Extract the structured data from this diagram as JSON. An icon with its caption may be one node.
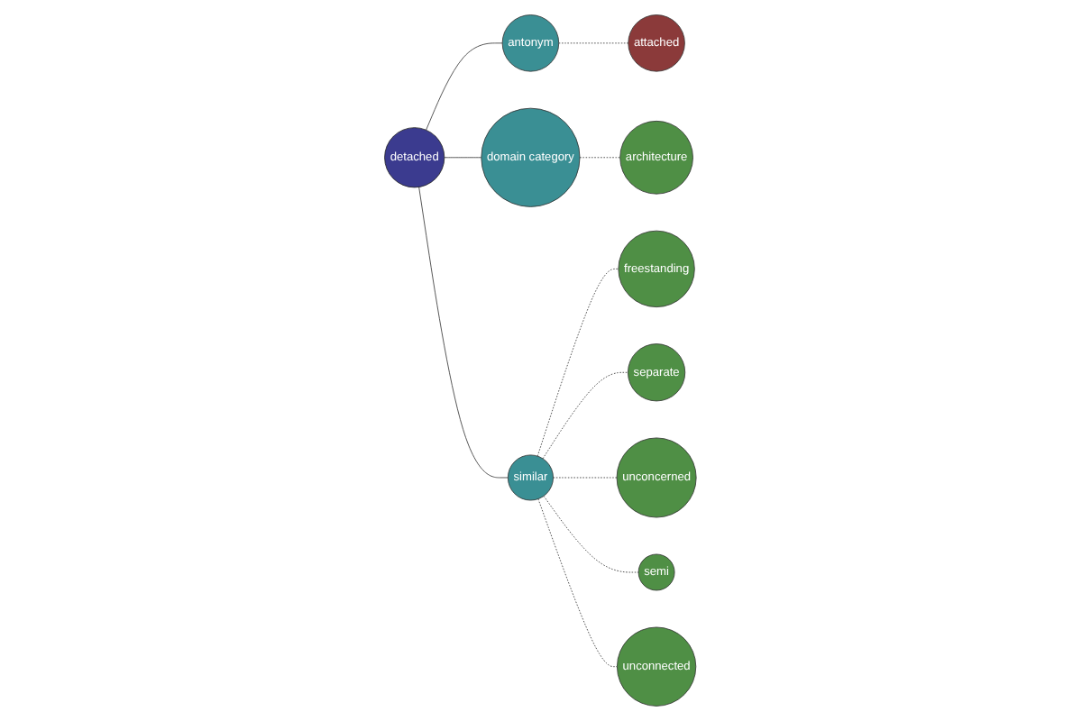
{
  "diagram": {
    "nodes": [
      {
        "text": [
          "attached"
        ]
      },
      {
        "text": [
          "antonym"
        ]
      },
      {
        "text": [
          "architecture"
        ]
      },
      {
        "text": [
          "domain category"
        ]
      },
      {
        "text": [
          "detached"
        ]
      },
      {
        "text": [
          "freestanding"
        ]
      },
      {
        "text": [
          "separate"
        ]
      },
      {
        "text": [
          "similar"
        ]
      },
      {
        "text": [
          "unconcerned"
        ]
      },
      {
        "text": [
          "semi"
        ]
      },
      {
        "text": [
          "unconnected"
        ]
      }
    ],
    "edges": [
      {
        "from": 4,
        "to": 1,
        "arrow": "none"
      },
      {
        "from": 1,
        "to": 0,
        "arrow": "none",
        "style": "dashed"
      },
      {
        "from": 4,
        "to": 3,
        "arrow": "none"
      },
      {
        "from": 3,
        "to": 2,
        "arrow": "none",
        "style": "dashed"
      },
      {
        "from": 4,
        "to": 7,
        "arrow": "none"
      },
      {
        "from": 7,
        "to": 5,
        "arrow": "none",
        "style": "dashed"
      },
      {
        "from": 7,
        "to": 6,
        "arrow": "none",
        "style": "dashed"
      },
      {
        "from": 7,
        "to": 8,
        "arrow": "none",
        "style": "dashed"
      },
      {
        "from": 7,
        "to": 9,
        "arrow": "none",
        "style": "dashed"
      },
      {
        "from": 7,
        "to": 10,
        "arrow": "none",
        "style": "dashed"
      }
    ]
  }
}
